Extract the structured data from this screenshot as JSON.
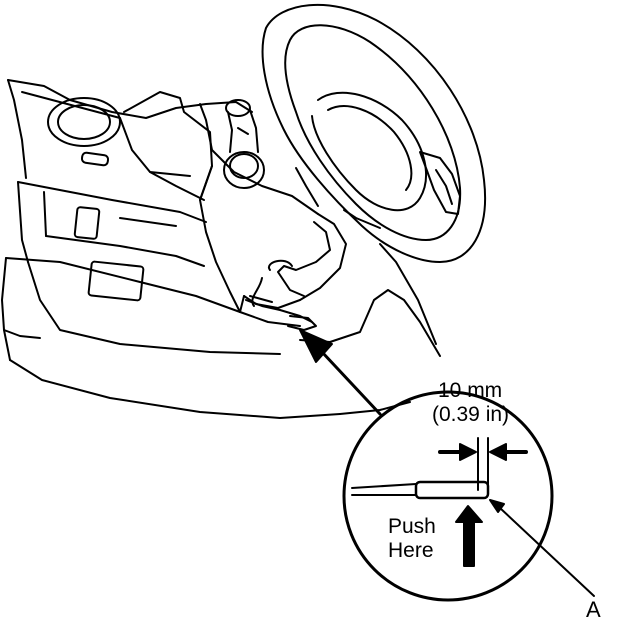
{
  "labels": {
    "dimension_mm": "10 mm",
    "dimension_in": "(0.39 in)",
    "push_line1": "Push",
    "push_line2": "Here",
    "callout_a": "A"
  },
  "colors": {
    "ink": "#000000",
    "paper": "#ffffff"
  }
}
